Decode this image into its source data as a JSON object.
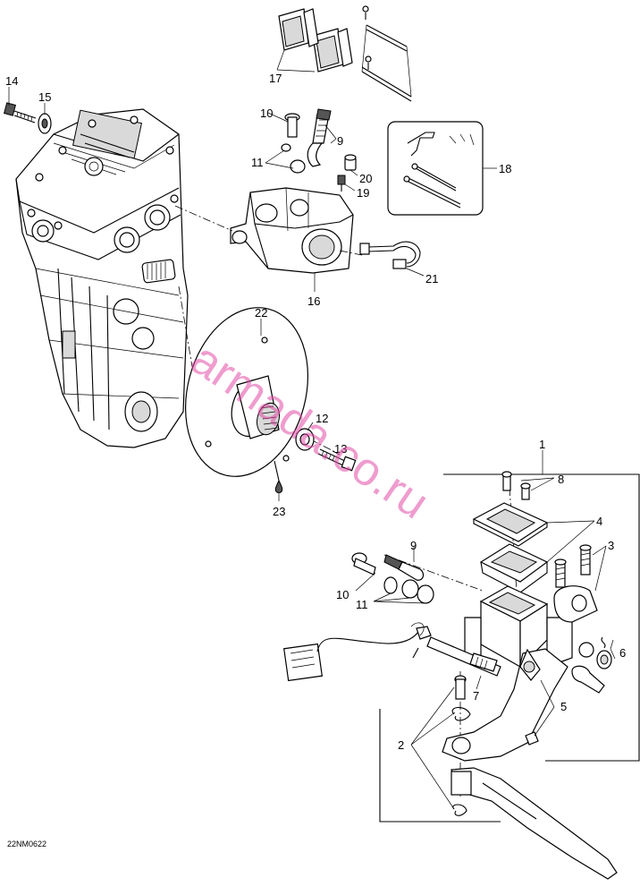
{
  "diagram": {
    "drawing_code": "22NM0622",
    "watermark": "armada.co.ru",
    "watermark_color": "#e24aa6",
    "callouts": [
      "1",
      "2",
      "3",
      "4",
      "5",
      "6",
      "7",
      "8",
      "9",
      "10",
      "11",
      "12",
      "13",
      "14",
      "15",
      "16",
      "17",
      "18",
      "19",
      "20",
      "21",
      "22",
      "23"
    ]
  }
}
